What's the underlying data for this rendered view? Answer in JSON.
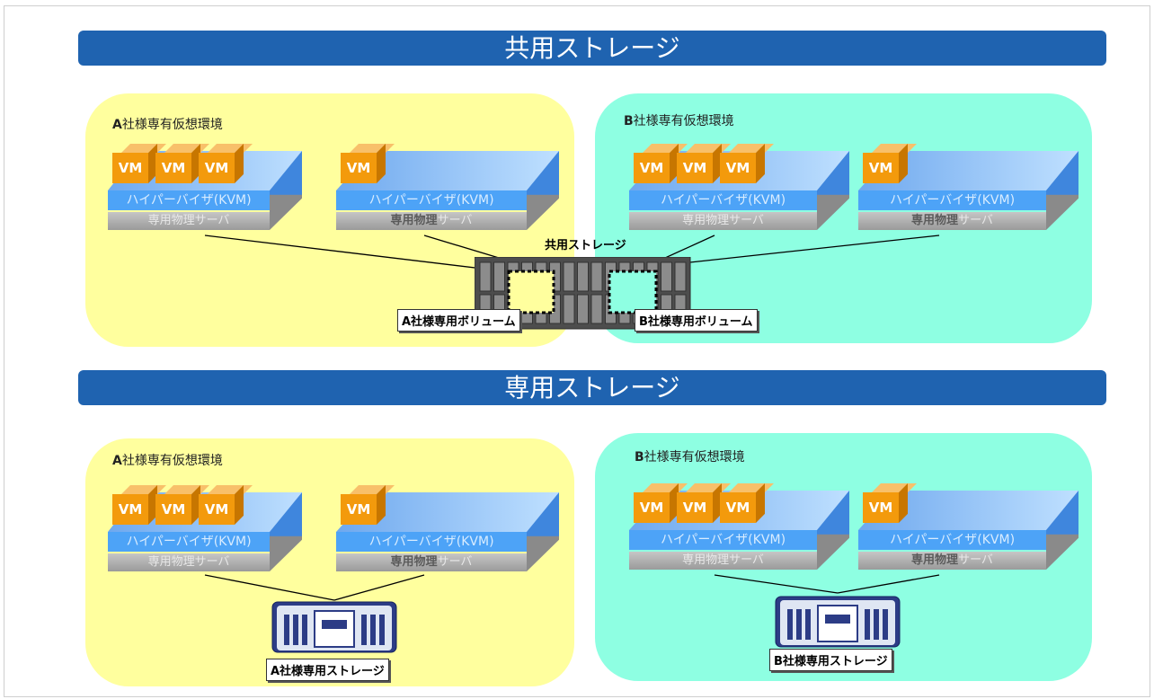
{
  "sections": [
    {
      "title": "共用ストレージ"
    },
    {
      "title": "専用ストレージ"
    }
  ],
  "top": {
    "regions": [
      {
        "label_bold": "A",
        "label": "社様専有仮想環境"
      },
      {
        "label_bold": "B",
        "label": "社様専有仮想環境"
      }
    ],
    "servers": [
      {
        "vms": [
          "VM",
          "VM",
          "VM"
        ],
        "hypervisor": "ハイパーバイザ(KVM)",
        "physical_bold": "",
        "physical": "専用物理サーバ"
      },
      {
        "vms": [
          "VM"
        ],
        "hypervisor": "ハイパーバイザ(KVM)",
        "physical_bold": "専用物理",
        "physical": "サーバ"
      },
      {
        "vms": [
          "VM",
          "VM",
          "VM"
        ],
        "hypervisor": "ハイパーバイザ(KVM)",
        "physical_bold": "",
        "physical": "専用物理サーバ"
      },
      {
        "vms": [
          "VM"
        ],
        "hypervisor": "ハイパーバイザ(KVM)",
        "physical_bold": "専用物理",
        "physical": "サーバ"
      }
    ],
    "shared_storage_label": "共用ストレージ",
    "volume_a": "A社様専用ボリューム",
    "volume_b": "B社様専用ボリューム"
  },
  "bottom": {
    "regions": [
      {
        "label_bold": "A",
        "label": "社様専有仮想環境"
      },
      {
        "label_bold": "B",
        "label": "社様専有仮想環境"
      }
    ],
    "servers": [
      {
        "vms": [
          "VM",
          "VM",
          "VM"
        ],
        "hypervisor": "ハイパーバイザ(KVM)",
        "physical_bold": "",
        "physical": "専用物理サーバ"
      },
      {
        "vms": [
          "VM"
        ],
        "hypervisor": "ハイパーバイザ(KVM)",
        "physical_bold": "専用物理",
        "physical": "サーバ"
      },
      {
        "vms": [
          "VM",
          "VM",
          "VM"
        ],
        "hypervisor": "ハイパーバイザ(KVM)",
        "physical_bold": "",
        "physical": "専用物理サーバ"
      },
      {
        "vms": [
          "VM"
        ],
        "hypervisor": "ハイパーバイザ(KVM)",
        "physical_bold": "専用物理",
        "physical": "サーバ"
      }
    ],
    "storage_a": "A社様専用ストレージ",
    "storage_b": "B社様専用ストレージ"
  },
  "colors": {
    "banner": "#1f63b0",
    "region_a": "#ffff9e",
    "region_b": "#8effe2",
    "vm": "#f39a0c",
    "hypervisor": "#4da3f7",
    "physical": "#a8a8a8"
  }
}
